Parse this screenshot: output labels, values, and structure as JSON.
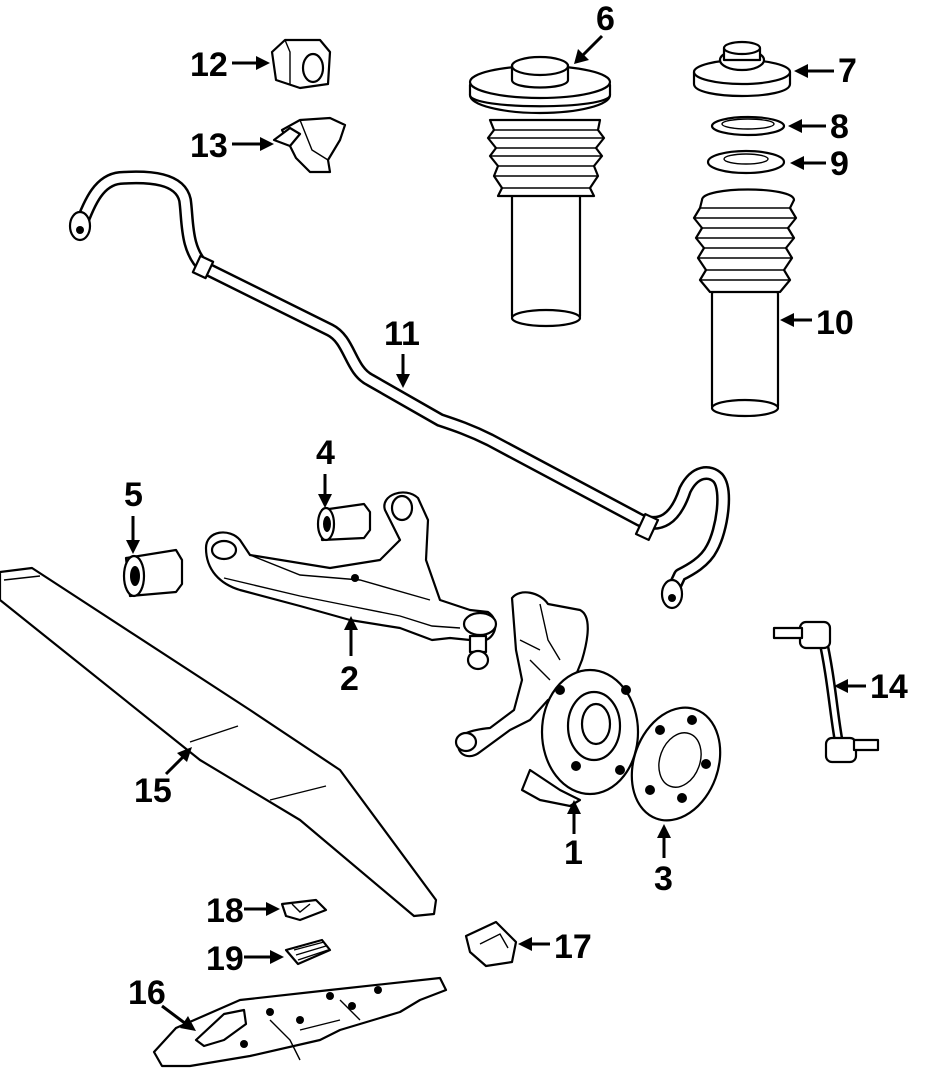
{
  "callouts": {
    "p1": "1",
    "p2": "2",
    "p3": "3",
    "p4": "4",
    "p5": "5",
    "p6": "6",
    "p7": "7",
    "p8": "8",
    "p9": "9",
    "p10": "10",
    "p11": "11",
    "p12": "12",
    "p13": "13",
    "p14": "14",
    "p15": "15",
    "p16": "16",
    "p17": "17",
    "p18": "18",
    "p19": "19"
  },
  "colors": {
    "line": "#000000",
    "background": "#ffffff"
  }
}
